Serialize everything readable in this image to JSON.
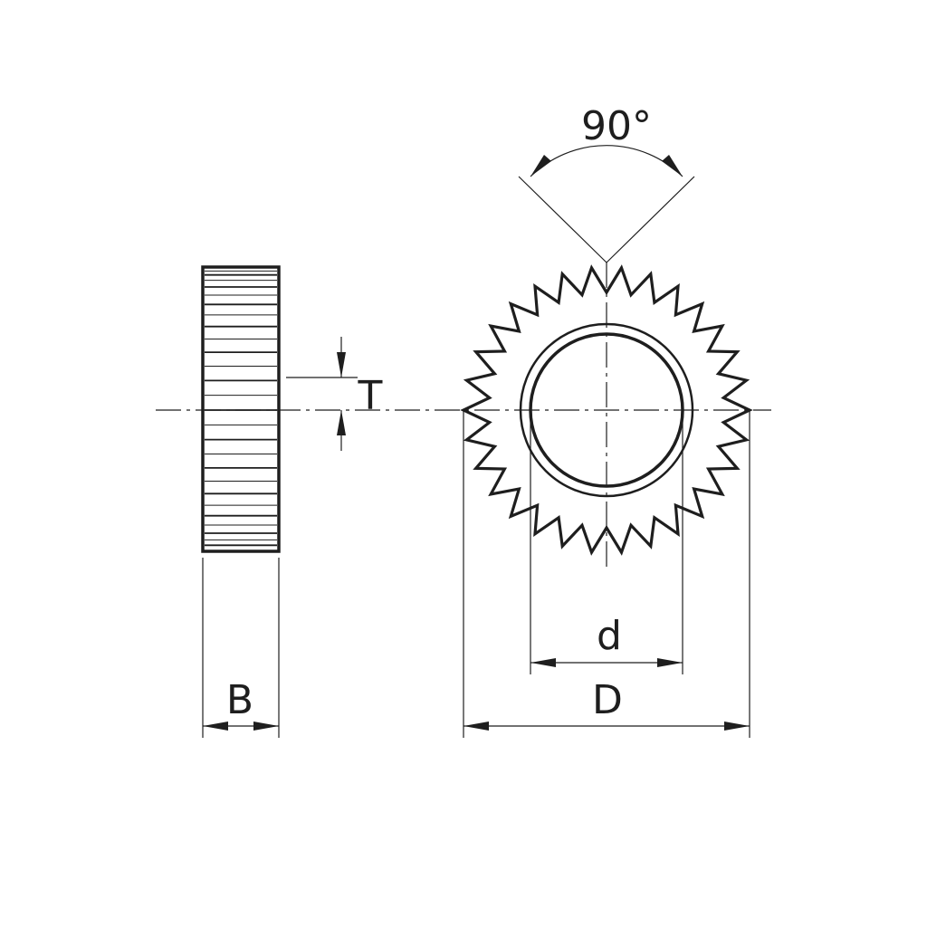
{
  "labels": {
    "angle": "90°",
    "thickness": "T",
    "width": "B",
    "bore": "d",
    "outer_diameter": "D"
  },
  "knurl": {
    "tooth_count": 30,
    "tooth_angle_deg": 90
  },
  "colors": {
    "ink": "#1e1e1e",
    "background": "#ffffff"
  }
}
